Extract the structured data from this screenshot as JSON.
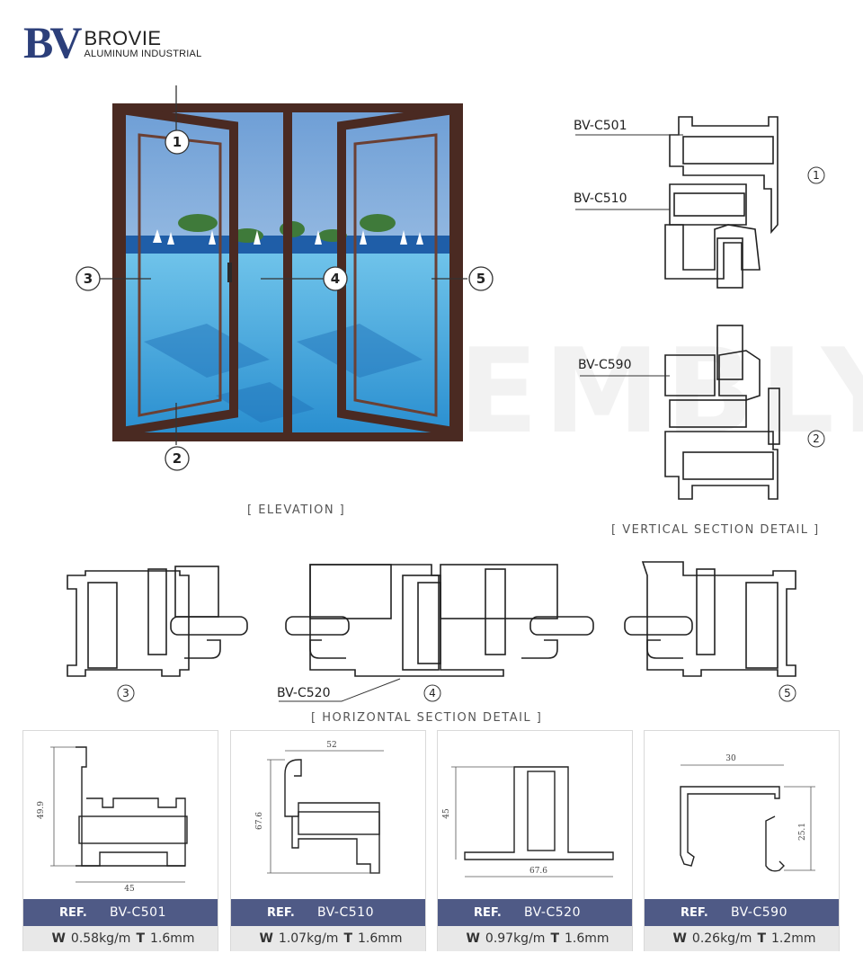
{
  "logo": {
    "mark": "BV",
    "brand": "BROVIE",
    "subtitle": "ALUMINUM INDUSTRIAL"
  },
  "watermark": "ASSEMBLY",
  "elevation": {
    "caption": "[ ELEVATION ]",
    "callouts": [
      "1",
      "2",
      "3",
      "4",
      "5"
    ]
  },
  "vertical_section": {
    "caption": "[ VERTICAL SECTION DETAIL ]",
    "labels": [
      "BV-C501",
      "BV-C510",
      "BV-C590"
    ],
    "markers": [
      "1",
      "2"
    ]
  },
  "horizontal_section": {
    "caption": "[ HORIZONTAL SECTION DETAIL ]",
    "label": "BV-C520",
    "markers": [
      "3",
      "4",
      "5"
    ]
  },
  "colors": {
    "frame": "#4a2a22",
    "sky": "#8fb8e6",
    "water": "#3aa2d8",
    "ref_bar": "#4f5a86",
    "spec_bar": "#e8e8e8"
  },
  "profiles": [
    {
      "ref_label": "REF.",
      "code": "BV-C501",
      "dims": [
        "49.9",
        "45"
      ],
      "w_label": "W",
      "weight": "0.58kg/m",
      "t_label": "T",
      "thickness": "1.6mm"
    },
    {
      "ref_label": "REF.",
      "code": "BV-C510",
      "dims": [
        "52",
        "67.6"
      ],
      "w_label": "W",
      "weight": "1.07kg/m",
      "t_label": "T",
      "thickness": "1.6mm"
    },
    {
      "ref_label": "REF.",
      "code": "BV-C520",
      "dims": [
        "45",
        "67.6"
      ],
      "w_label": "W",
      "weight": "0.97kg/m",
      "t_label": "T",
      "thickness": "1.6mm"
    },
    {
      "ref_label": "REF.",
      "code": "BV-C590",
      "dims": [
        "30",
        "25.1"
      ],
      "w_label": "W",
      "weight": "0.26kg/m",
      "t_label": "T",
      "thickness": "1.2mm"
    }
  ]
}
